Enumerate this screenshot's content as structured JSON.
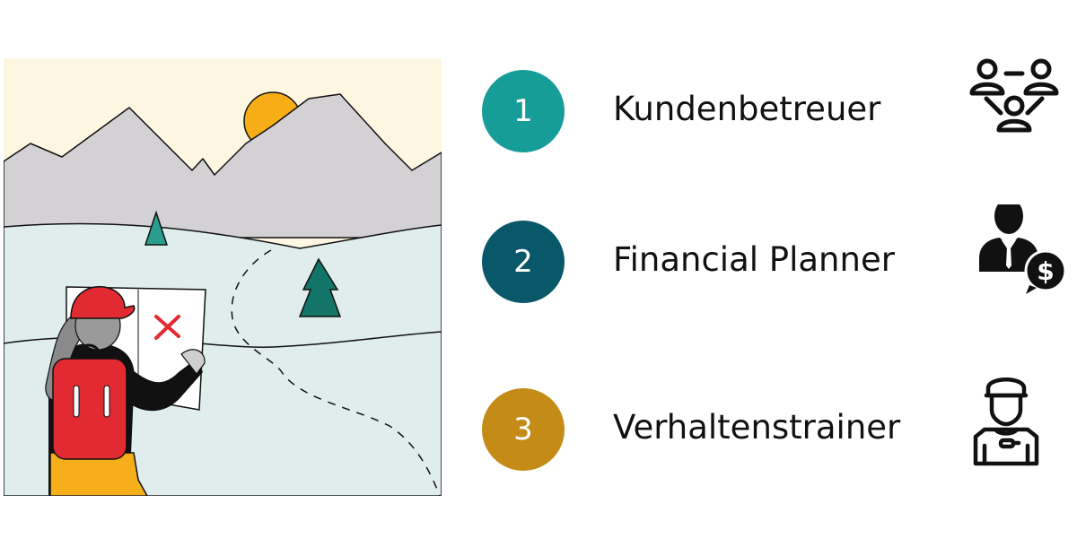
{
  "roles": [
    {
      "number": "1",
      "label": "Kundenbetreuer",
      "color": "#169d98",
      "icon": "team-network-icon"
    },
    {
      "number": "2",
      "label": "Financial Planner",
      "color": "#08586a",
      "icon": "financial-advisor-icon"
    },
    {
      "number": "3",
      "label": "Verhaltenstrainer",
      "color": "#c58b17",
      "icon": "coach-icon"
    }
  ],
  "illustration": {
    "subject": "hiker-with-map-icon",
    "colors": {
      "sky": "#fdf7e2",
      "mountains": "#d3d1d3",
      "meadow": "#dfeeec",
      "sun": "#f7ad16",
      "tree": "#137568",
      "cap": "#e12a32",
      "pants": "#f6ae1a"
    }
  }
}
